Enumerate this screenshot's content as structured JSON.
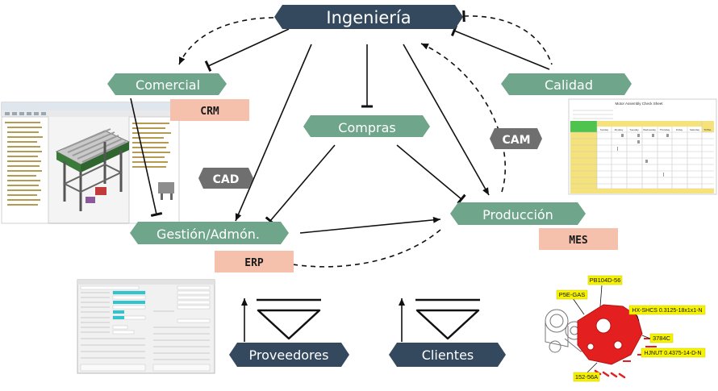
{
  "nodes": {
    "ingenieria": "Ingeniería",
    "comercial": "Comercial",
    "calidad": "Calidad",
    "compras": "Compras",
    "gestion": "Gestión/Admón.",
    "produccion": "Producción",
    "proveedores": "Proveedores",
    "clientes": "Clientes"
  },
  "tags": {
    "crm": "CRM",
    "erp": "ERP",
    "mes": "MES"
  },
  "badges": {
    "cad": "CAD",
    "cam": "CAM"
  },
  "quality_sheet": {
    "title": "Motor Assembly Check Sheet",
    "days": [
      "Sunday",
      "Monday",
      "Tuesday",
      "Wednesday",
      "Thursday",
      "Friday",
      "Saturday"
    ],
    "total_label": "TOTAL"
  },
  "part_callouts": [
    "PB104D-56",
    "P5E-GAS",
    "HX-SHCS 0.3125-18x1x1-N",
    "3784C",
    "HJNUT 0.4375-14-D-N",
    "152-56A"
  ],
  "colors": {
    "dark_node": "#34495e",
    "green_node": "#6fa58a",
    "tag": "#f5c1ad",
    "badge": "#6f6f6f",
    "callout": "#f6f200",
    "part": "#e41f1f"
  }
}
